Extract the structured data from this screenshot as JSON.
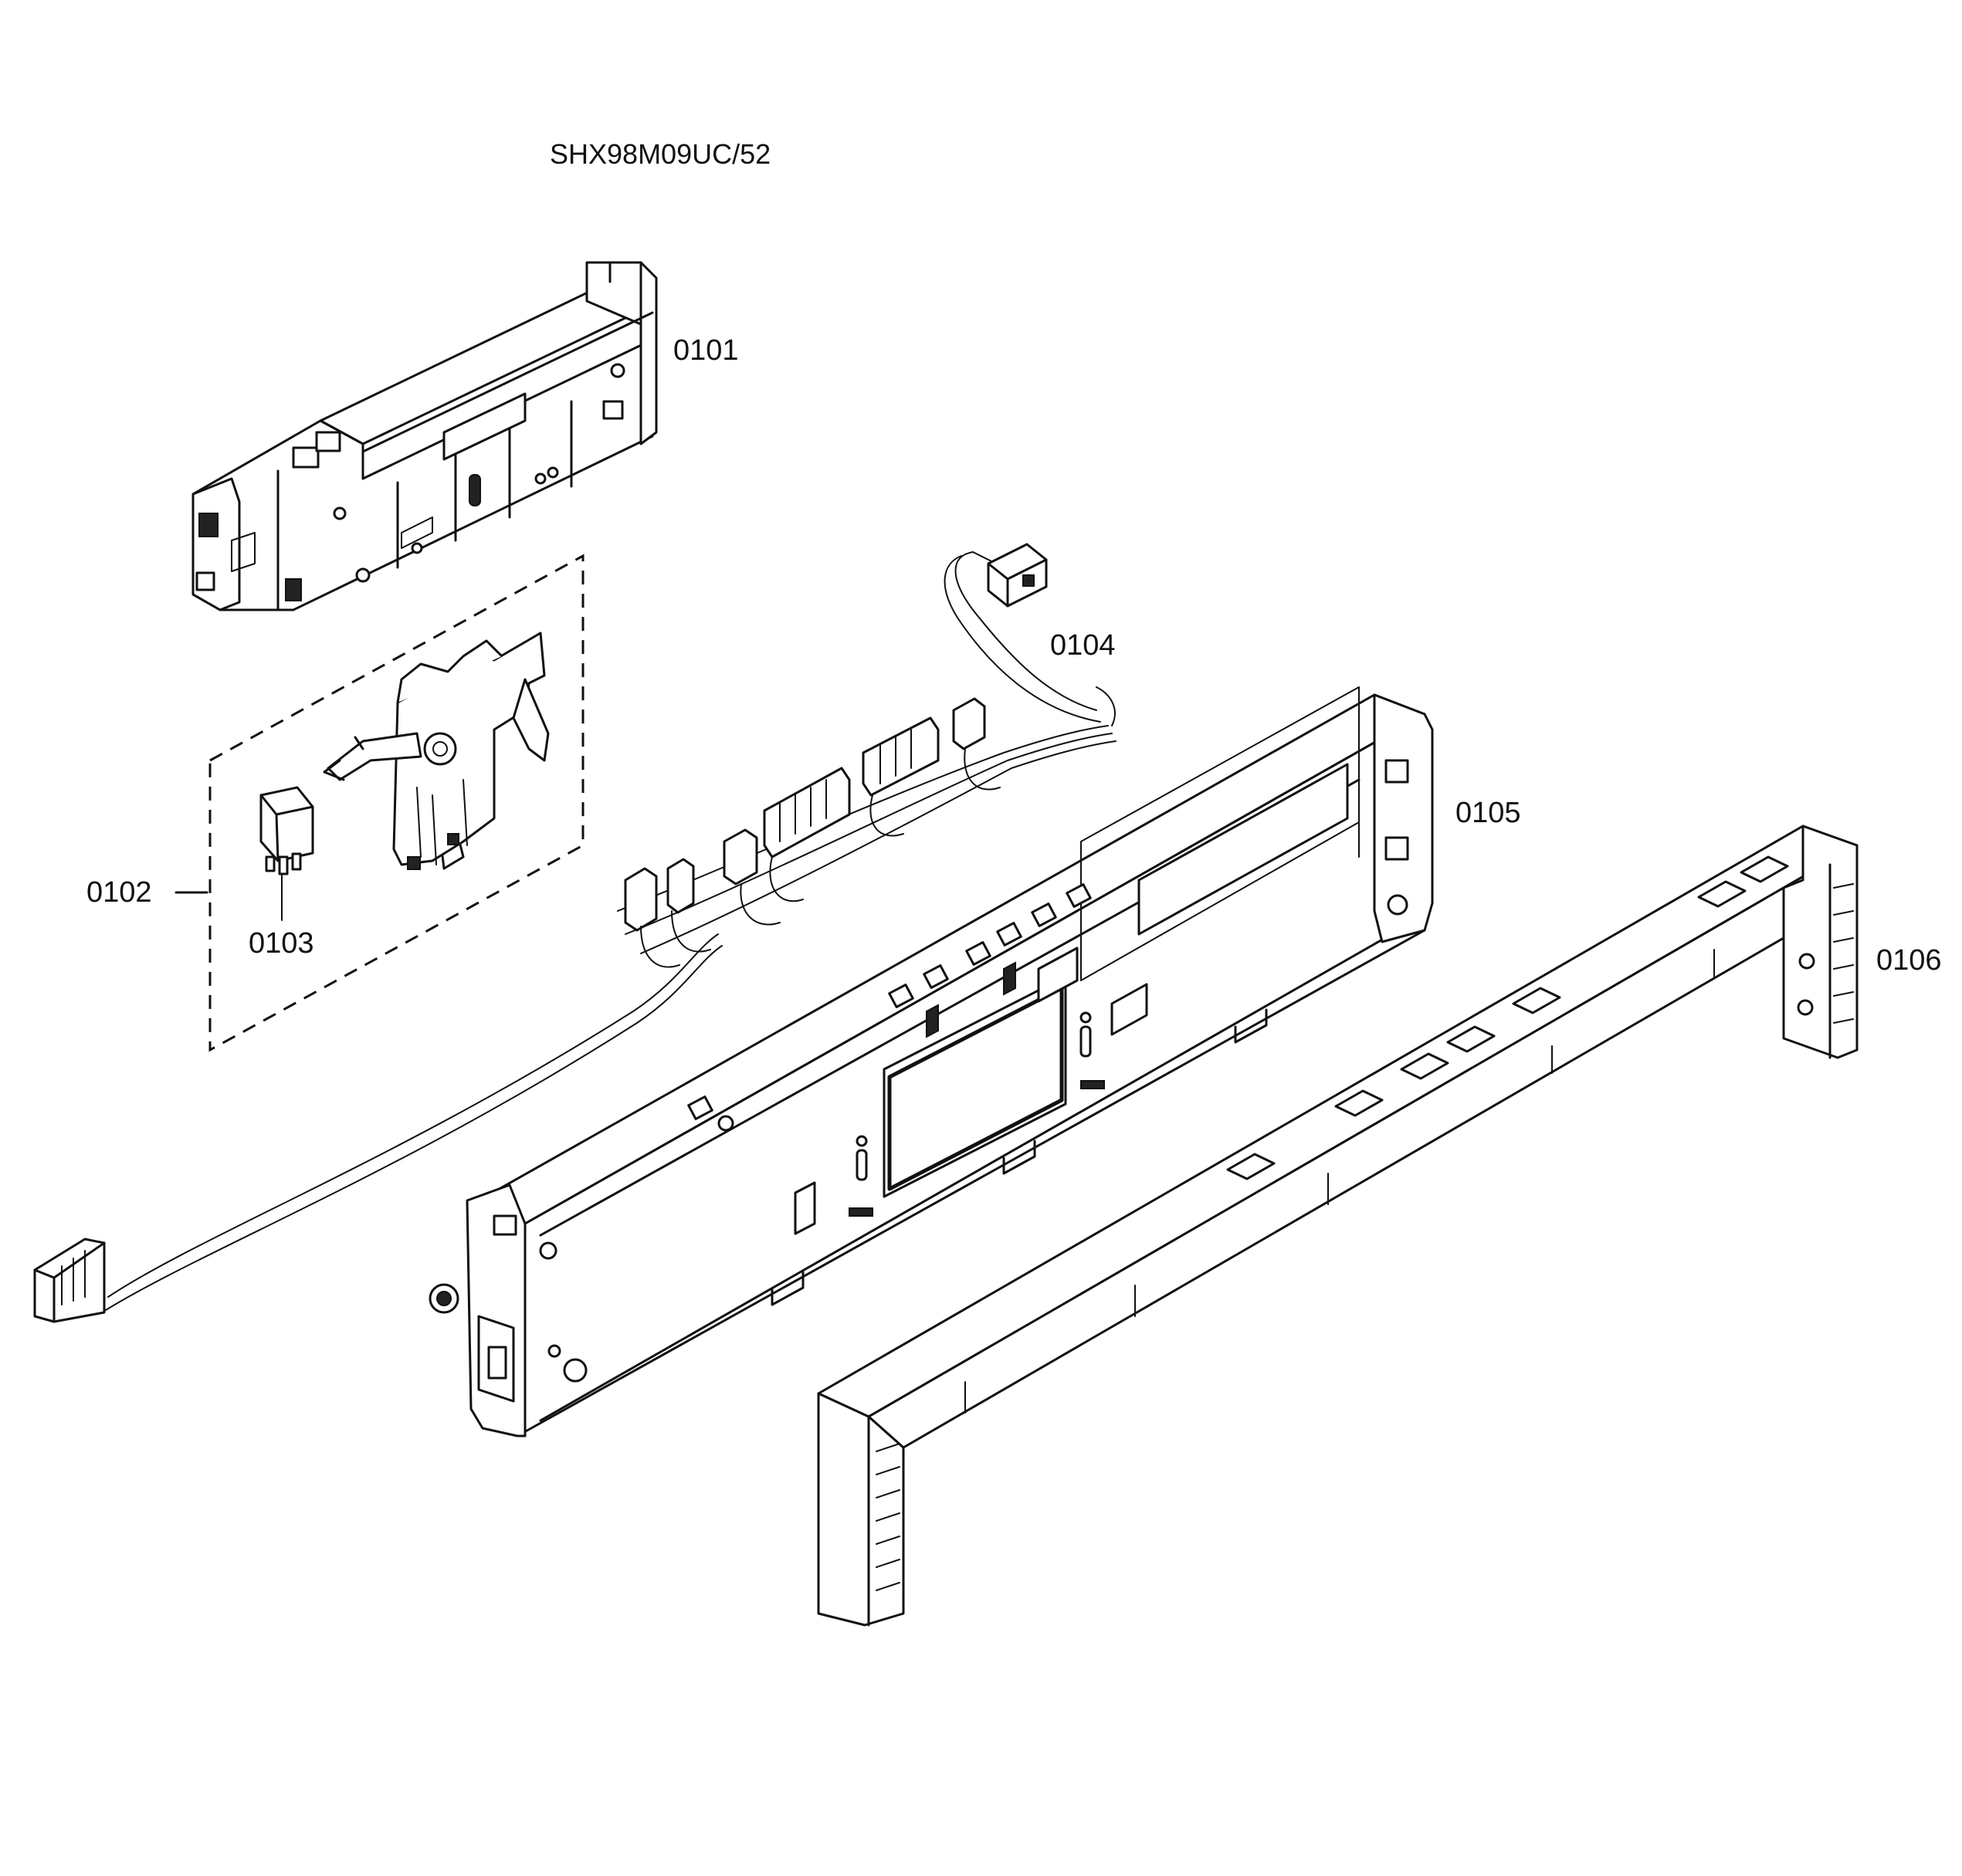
{
  "title": "SHX98M09UC/52",
  "parts": [
    {
      "id": "0101",
      "icon": "control-module"
    },
    {
      "id": "0102",
      "icon": "door-lock-assembly"
    },
    {
      "id": "0103",
      "icon": "micro-switch"
    },
    {
      "id": "0104",
      "icon": "wire-harness"
    },
    {
      "id": "0105",
      "icon": "control-panel-frame"
    },
    {
      "id": "0106",
      "icon": "handle-trim"
    }
  ]
}
